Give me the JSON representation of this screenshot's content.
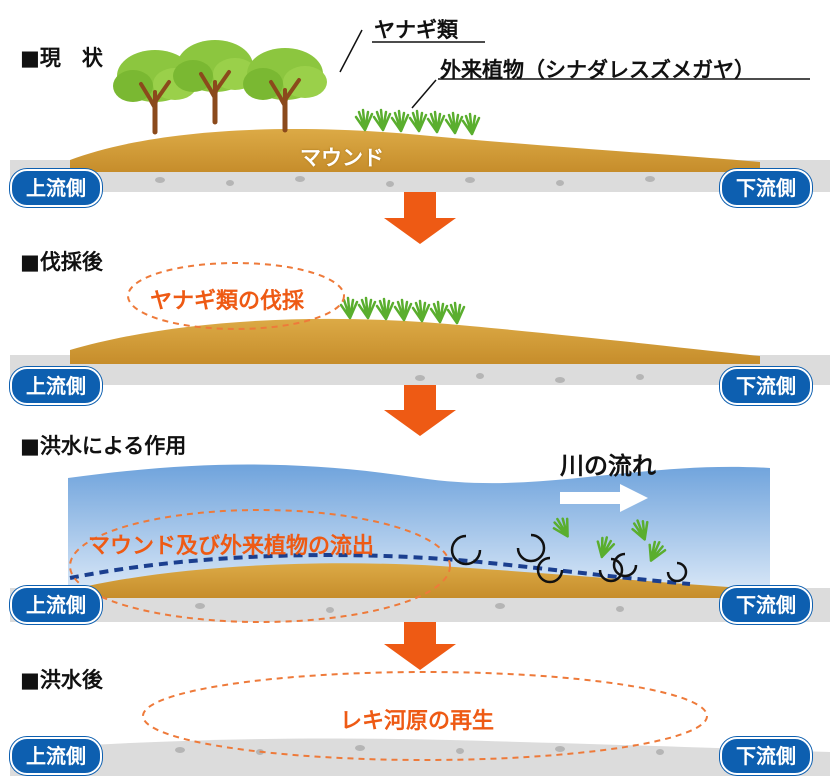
{
  "stages": [
    {
      "title": "■現　状"
    },
    {
      "title": "■伐採後"
    },
    {
      "title": "■洪水による作用"
    },
    {
      "title": "■洪水後"
    }
  ],
  "badges": {
    "upstream": "上流側",
    "downstream": "下流側"
  },
  "annotations": {
    "willow": "ヤナギ類",
    "alien_plant": "外来植物（シナダレスズメガヤ）",
    "mound": "マウンド",
    "willow_cut": "ヤナギ類の伐採",
    "river_flow": "川の流れ",
    "outflow": "マウンド及び外来植物の流出",
    "regeneration": "レキ河原の再生"
  },
  "colors": {
    "badge": "#0d5fb0",
    "arrow": "#ee5a14",
    "mound": "#d9a441",
    "gravel": "#d8d8d8",
    "water": "#a9c8ea",
    "tree_foliage": "#8cc63f",
    "grass": "#6abf3b",
    "dashed": "#1b3f8f"
  }
}
